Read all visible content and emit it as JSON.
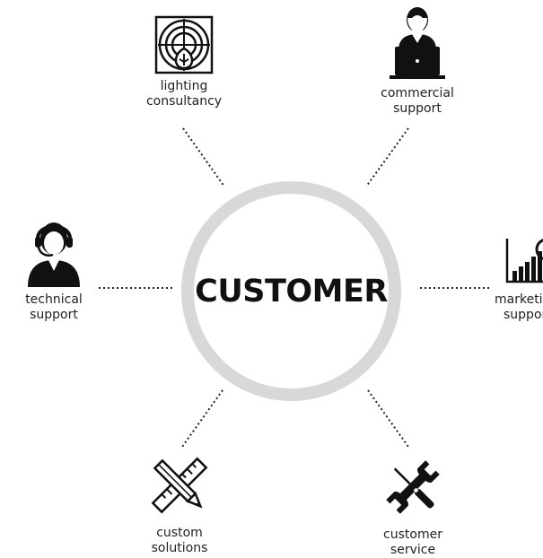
{
  "hub": {
    "label": "CUSTOMER"
  },
  "services": [
    {
      "line1": "lighting",
      "line2": "consultancy",
      "icon": "lighting-consultancy-icon"
    },
    {
      "line1": "commercial",
      "line2": "support",
      "icon": "laptop-person-icon"
    },
    {
      "line1": "technical",
      "line2": "support",
      "icon": "headset-person-icon"
    },
    {
      "line1": "marketing",
      "line2": "support",
      "icon": "bar-chart-magnifier-icon"
    },
    {
      "line1": "custom",
      "line2": "solutions",
      "icon": "pencil-ruler-icon"
    },
    {
      "line1": "customer",
      "line2": "service",
      "icon": "wrench-screwdriver-icon"
    }
  ],
  "colors": {
    "ring": "#d8d8d8",
    "icon": "#111111",
    "text": "#222222"
  }
}
